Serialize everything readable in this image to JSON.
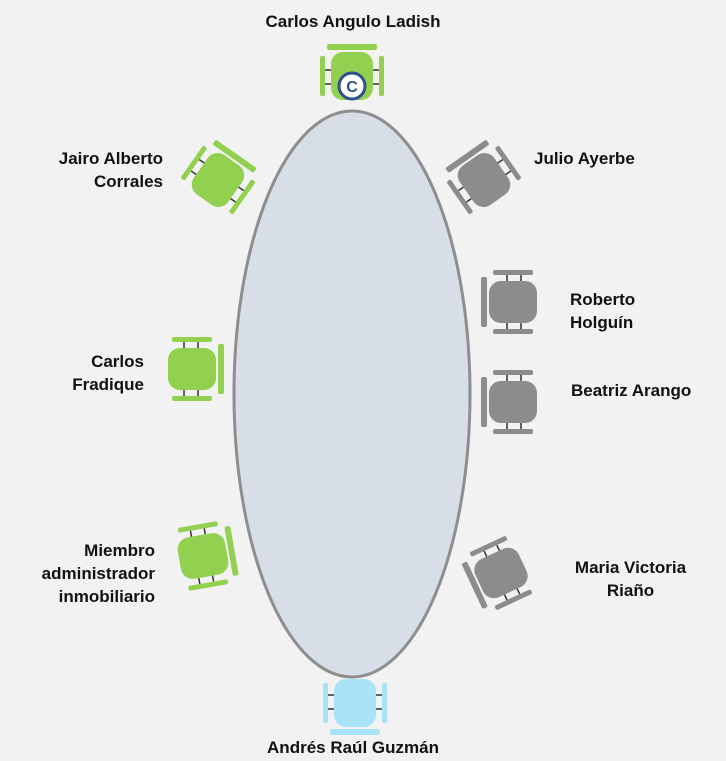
{
  "colors": {
    "board_fill": "#d7dee8",
    "board_stroke": "#8e8e8e",
    "member_green": "#92d050",
    "chair_gray": "#8c8c8c",
    "guest_blue": "#a9e3f7",
    "badge_blue": "#2f4f8f"
  },
  "chair_icon": "office-chair-icon",
  "chairman_badge": "C",
  "seats": [
    {
      "id": "carlos-angulo",
      "name_lines": [
        "Carlos Angulo Ladish"
      ],
      "role": "chairman",
      "color": "#92d050"
    },
    {
      "id": "jairo-corrales",
      "name_lines": [
        "Jairo Alberto",
        "Corrales"
      ],
      "role": "member",
      "color": "#92d050"
    },
    {
      "id": "carlos-fradique",
      "name_lines": [
        "Carlos",
        "Fradique"
      ],
      "role": "member",
      "color": "#92d050"
    },
    {
      "id": "miembro-admin",
      "name_lines": [
        "Miembro",
        "administrador",
        "inmobiliario"
      ],
      "role": "member",
      "color": "#92d050"
    },
    {
      "id": "julio-ayerbe",
      "name_lines": [
        "Julio Ayerbe"
      ],
      "role": "member",
      "color": "#8c8c8c"
    },
    {
      "id": "roberto-holguin",
      "name_lines": [
        "Roberto",
        "Holguín"
      ],
      "role": "member",
      "color": "#8c8c8c"
    },
    {
      "id": "beatriz-arango",
      "name_lines": [
        "Beatriz Arango"
      ],
      "role": "member",
      "color": "#8c8c8c"
    },
    {
      "id": "maria-riano",
      "name_lines": [
        "Maria Victoria",
        "Riaño"
      ],
      "role": "member",
      "color": "#8c8c8c"
    },
    {
      "id": "andres-guzman",
      "name_lines": [
        "Andrés Raúl Guzmán"
      ],
      "role": "member",
      "color": "#a9e3f7"
    }
  ]
}
